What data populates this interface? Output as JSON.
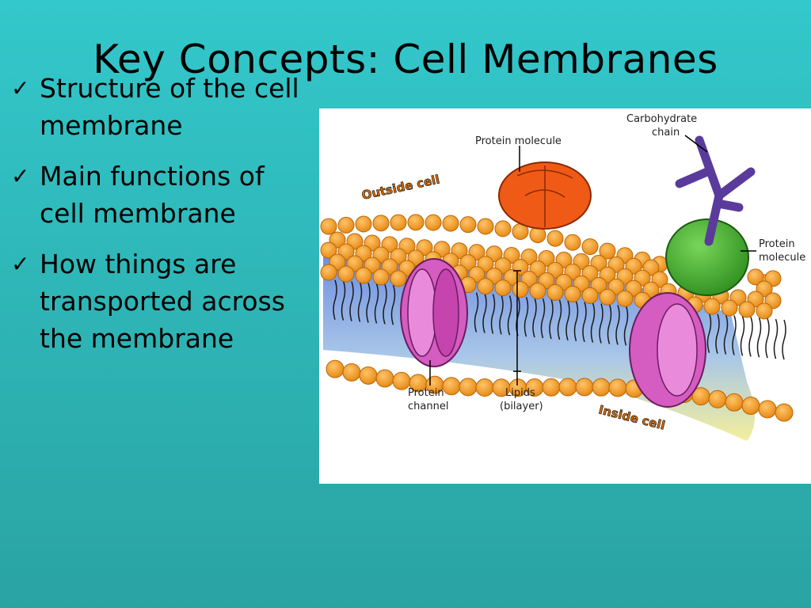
{
  "slide": {
    "title": "Key Concepts: Cell Membranes",
    "bullets": [
      "Structure of the cell\nmembrane",
      "Main functions of\ncell membrane",
      "How things are\ntransported across\nthe membrane"
    ],
    "check_glyph": "✓"
  },
  "diagram": {
    "labels": {
      "protein_molecule_top": "Protein molecule",
      "carbohydrate_line1": "Carbohydrate",
      "carbohydrate_line2": "chain",
      "outside_cell": "Outside cell",
      "protein_molecule_right_line1": "Protein",
      "protein_molecule_right_line2": "molecule",
      "protein_channel_line1": "Protein",
      "protein_channel_line2": "channel",
      "lipids_line1": "Lipids",
      "lipids_line2": "(bilayer)",
      "inside_cell": "Inside cell"
    },
    "colors": {
      "lipid_head": "#f39a1f",
      "channel": "#d55cc0",
      "top_protein": "#f05a17",
      "green_protein": "#3fae2a",
      "carbohydrate": "#5a3b9c",
      "bilayer_top": "#6f8fe0",
      "bilayer_bottom": "#f4ef9a"
    }
  }
}
